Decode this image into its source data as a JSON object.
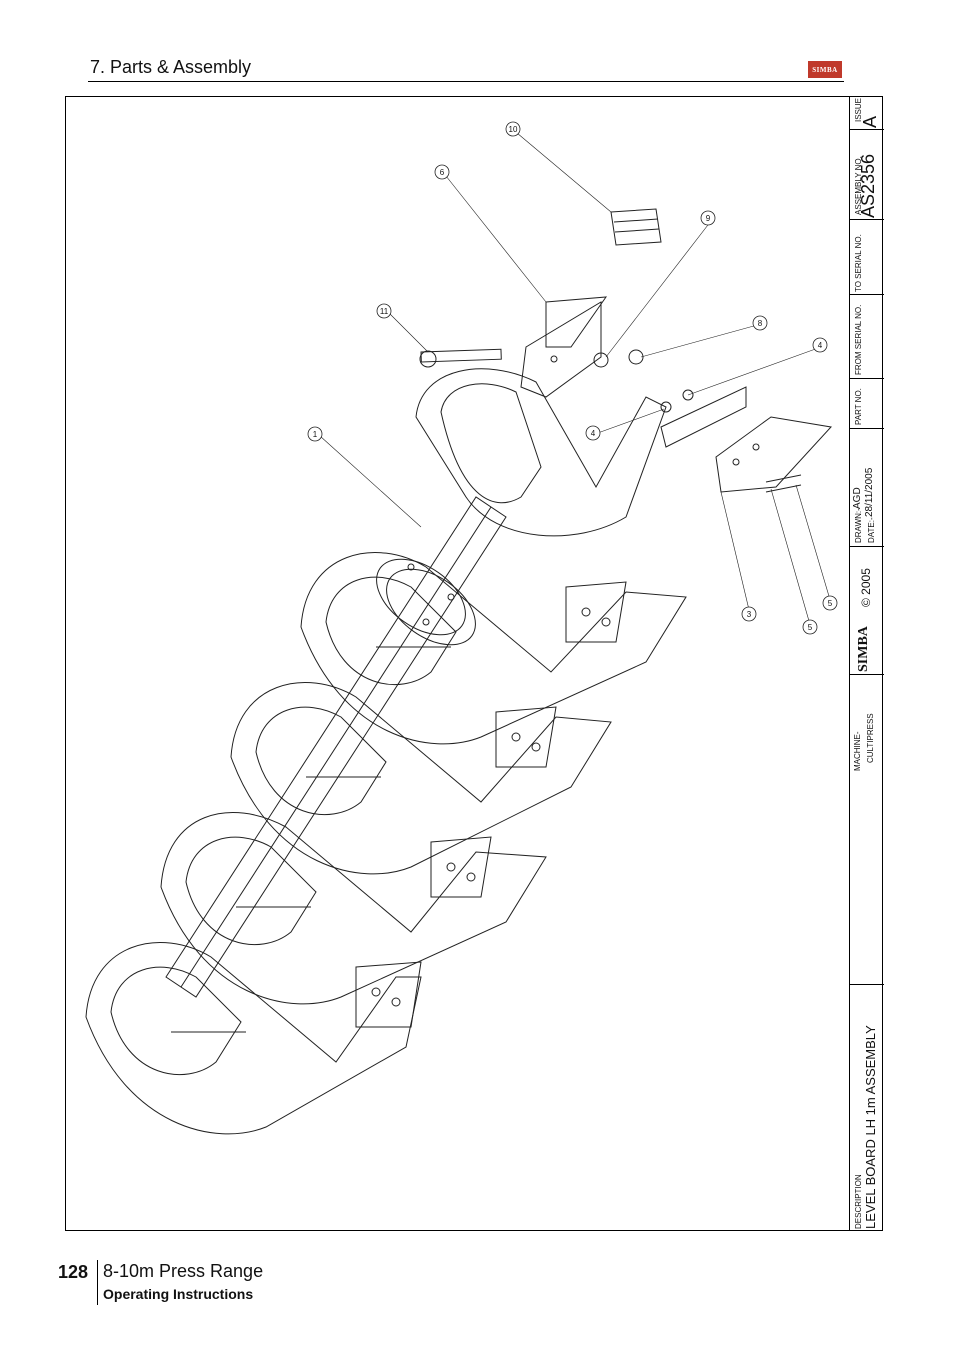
{
  "header": {
    "section_title": "7. Parts & Assembly",
    "logo_text": "SIMBA"
  },
  "title_block": {
    "issue_label": "ISSUE",
    "issue_value": "A",
    "assembly_no_label": "ASSEMBLY NO.",
    "assembly_no": "AS2356",
    "to_serial_label": "TO SERIAL NO.",
    "from_serial_label": "FROM SERIAL NO.",
    "part_no_label": "PART NO.",
    "drawn_label": "DRAWN:-",
    "drawn_value": "AGD",
    "date_label": "DATE:-",
    "date_value": "28/11/2005",
    "brand": "SIMBA",
    "copyright": "© 2005",
    "machine_label": "MACHINE-",
    "machine_value": "CULTIPRESS",
    "description_label": "DESCRIPTION",
    "description_value": "LEVEL BOARD LH 1m ASSEMBLY"
  },
  "balloons": [
    "10",
    "6",
    "9",
    "11",
    "8",
    "4",
    "1",
    "4",
    "3",
    "5",
    "5"
  ],
  "footer": {
    "page_number": "128",
    "title": "8-10m Press Range",
    "subtitle": "Operating Instructions"
  }
}
